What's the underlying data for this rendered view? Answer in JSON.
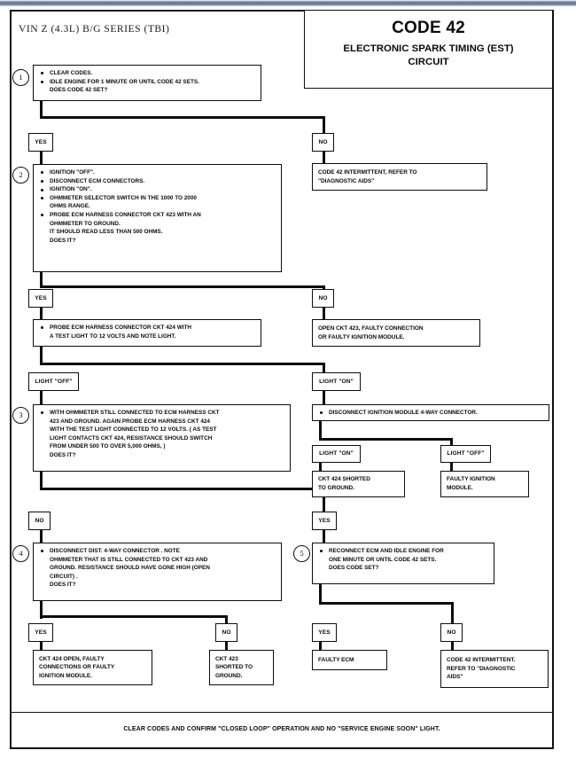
{
  "header": {
    "vin_line": "VIN Z (4.3L) B/G SERIES (TBI)",
    "title_main": "CODE 42",
    "title_sub": "ELECTRONIC SPARK TIMING (EST)\nCIRCUIT"
  },
  "steps": {
    "s1": {
      "number": "1",
      "bullets": [
        "CLEAR CODES.",
        "IDLE ENGINE FOR 1 MINUTE OR UNTIL CODE 42 SETS.\nDOES CODE 42 SET?"
      ]
    },
    "s2": {
      "number": "2",
      "bullets": [
        "IGNITION \"OFF\".",
        "DISCONNECT ECM CONNECTORS.",
        "IGNITION \"ON\".",
        "OHMMETER SELECTOR SWITCH IN THE 1000 TO 2000\nOHMS RANGE.",
        "PROBE ECM HARNESS CONNECTOR CKT 423  WITH AN\nOHMMETER TO GROUND.\nIT SHOULD READ LESS THAN 500 OHMS.\nDOES IT?"
      ]
    },
    "s2yes_action": {
      "bullets": [
        "PROBE ECM HARNESS CONNECTOR CKT 424 WITH\nA TEST LIGHT TO 12  VOLTS AND NOTE LIGHT."
      ]
    },
    "s3": {
      "number": "3",
      "bullets": [
        "WITH OHMMETER STILL CONNECTED TO ECM HARNESS CKT\n423 AND GROUND.  AGAIN PROBE ECM HARNESS CKT 424\nWITH THE TEST LIGHT CONNECTED TO 12 VOLTS.  ( AS TEST\nLIGHT CONTACTS CKT 424, RESISTANCE SHOULD SWITCH\nFROM UNDER 500 TO OVER 5,000 OHMS, )\nDOES IT?"
      ]
    },
    "s3_right": {
      "bullets": [
        "DISCONNECT IGNITION MODULE 4-WAY CONNECTOR."
      ]
    },
    "s4": {
      "number": "4",
      "bullets": [
        "DISCONNECT DIST. 4-WAY CONNECTOR .  NOTE\nOHMMETER THAT IS STILL CONNECTED TO CKT 423  AND\nGROUND. RESISTANCE SHOULD HAVE GONE HIGH (OPEN\nCIRCUIT) .\nDOES IT?"
      ]
    },
    "s5": {
      "number": "5",
      "bullets": [
        "RECONNECT ECM AND IDLE ENGINE FOR\nONE MINUTE OR UNTIL CODE 42 SETS.\nDOES CODE SET?"
      ]
    }
  },
  "tags": {
    "s1_yes": "YES",
    "s1_no": "NO",
    "s2_yes": "YES",
    "s2_no": "NO",
    "light_off": "LIGHT \"OFF\"",
    "light_on": "LIGHT \"ON\"",
    "s3r_light_on": "LIGHT \"ON\"",
    "s3r_light_off": "LIGHT \"OFF\"",
    "s3_no": "NO",
    "s3_yes": "YES",
    "s4_yes": "YES",
    "s4_no": "NO",
    "s5_yes": "YES",
    "s5_no": "NO"
  },
  "results": {
    "code42_intermittent_1": "CODE 42 INTERMITTENT,  REFER TO\n\"DIAGNOSTIC AIDS\"",
    "open_ckt423": "OPEN CKT 423, FAULTY CONNECTION\nOR FAULTY IGNITION MODULE.",
    "ckt424_shorted": "CKT 424  SHORTED\nTO GROUND.",
    "faulty_ignition_module": "FAULTY IGNITION\nMODULE.",
    "ckt424_open": "CKT 424 OPEN, FAULTY\nCONNECTIONS OR FAULTY\nIGNITION MODULE.",
    "ckt423_shorted": "CKT 423\nSHORTED TO\nGROUND.",
    "faulty_ecm": "FAULTY ECM",
    "code42_intermittent_2": "CODE 42 INTERMITTENT.\nREFER TO \"DIAGNOSTIC\nAIDS\""
  },
  "footer": {
    "text": "CLEAR CODES AND CONFIRM \"CLOSED LOOP\" OPERATION AND NO \"SERVICE ENGINE SOON\" LIGHT."
  },
  "colors": {
    "ink": "#0b0b0b",
    "paper": "#ffffff",
    "scan_edge": "#5d7089"
  }
}
